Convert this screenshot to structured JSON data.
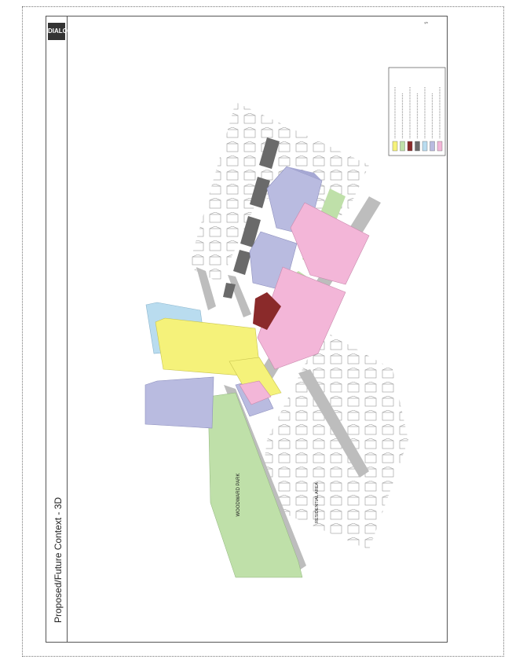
{
  "title": "Proposed/Future Context - 3D",
  "logo": "DIALOG",
  "page_number": "5",
  "labels": {
    "woodward_park": "WOODWARD PARK",
    "residential_area": "RESIDENTIAL AREA"
  },
  "colors": {
    "yellow": "#f5f27a",
    "pink": "#f3b6d8",
    "lavender": "#b9bbe0",
    "green": "#bfe0a9",
    "dark_red": "#8a2a2a",
    "grey_building": "#6a6a6a",
    "light_blue": "#b9dcef",
    "road": "#bdbdbd"
  },
  "legend_items": [
    {
      "color": "#f5f27a"
    },
    {
      "color": "#bfe0a9"
    },
    {
      "color": "#8a2a2a"
    },
    {
      "color": "#6a6a6a"
    },
    {
      "color": "#b9dcef"
    },
    {
      "color": "#b9bbe0"
    },
    {
      "color": "#f3b6d8"
    }
  ]
}
